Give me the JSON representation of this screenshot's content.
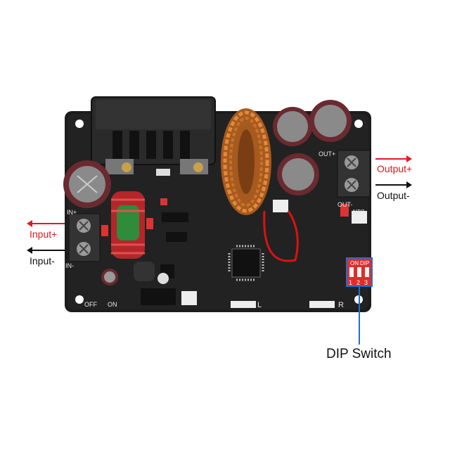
{
  "callouts": {
    "output_plus": "Output+",
    "output_minus": "Output-",
    "input_plus": "Input+",
    "input_minus": "Input-",
    "dip_switch": "DIP Switch"
  },
  "silkscreen": {
    "out_plus": "OUT+",
    "out_minus": "OUT-",
    "ntc": "NTC",
    "in_plus": "IN+",
    "in_minus": "IN-",
    "off": "OFF",
    "on": "ON",
    "left_port": "L",
    "right_port": "R",
    "dip_on": "ON",
    "dip_label": "DIP",
    "dip_1": "1",
    "dip_2": "2",
    "dip_3": "3"
  },
  "colors": {
    "background": "#ffffff",
    "pcb": "#1c1c1c",
    "arrow_red": "#e0191f",
    "arrow_black": "#111111",
    "callout_blue": "#1f6fd1",
    "copper_coil": "#c8722a",
    "capacitor": "#6a2a30",
    "choke_green": "#2f8c3a",
    "dip_switch": "#e12c2c"
  },
  "icons": [
    "heatsink",
    "toroid-inductor",
    "electrolytic-capacitor",
    "screw-terminal",
    "microcontroller-chip",
    "dip-switch"
  ]
}
